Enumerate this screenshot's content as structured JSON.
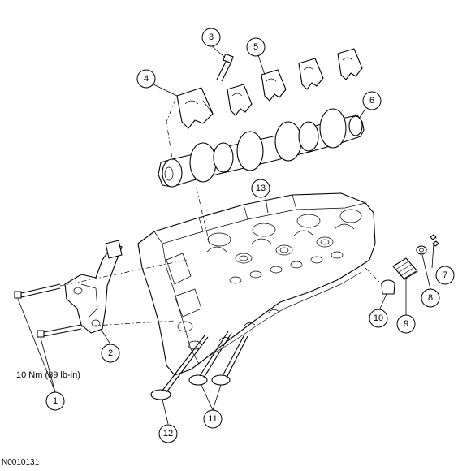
{
  "figure_id": "N0010131",
  "torque_spec": "10 Nm (89 lb-in)",
  "callouts": [
    "1",
    "2",
    "3",
    "4",
    "5",
    "6",
    "7",
    "8",
    "9",
    "10",
    "11",
    "12",
    "13"
  ]
}
